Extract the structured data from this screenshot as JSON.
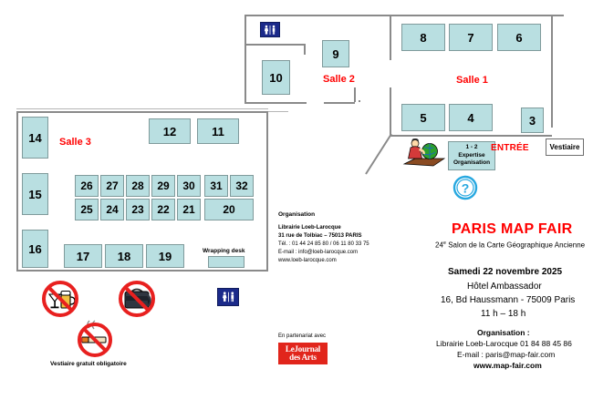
{
  "plan": {
    "rooms": [
      {
        "name": "salle-1",
        "label": "Salle 1"
      },
      {
        "name": "salle-2",
        "label": "Salle 2"
      },
      {
        "name": "salle-3",
        "label": "Salle 3"
      }
    ],
    "entrance_label": "ENTRÉE",
    "cloakroom_label": "Vestiaire",
    "wrapping_desk_label": "Wrapping desk",
    "expertise_booth": {
      "number": "1 - 2",
      "line1": "Expertise",
      "line2": "Organisation"
    },
    "info_icon_label": "?",
    "booths": [
      {
        "id": "3",
        "label": "3"
      },
      {
        "id": "4",
        "label": "4"
      },
      {
        "id": "5",
        "label": "5"
      },
      {
        "id": "6",
        "label": "6"
      },
      {
        "id": "7",
        "label": "7"
      },
      {
        "id": "8",
        "label": "8"
      },
      {
        "id": "9",
        "label": "9"
      },
      {
        "id": "10",
        "label": "10"
      },
      {
        "id": "11",
        "label": "11"
      },
      {
        "id": "12",
        "label": "12"
      },
      {
        "id": "14",
        "label": "14"
      },
      {
        "id": "15",
        "label": "15"
      },
      {
        "id": "16",
        "label": "16"
      },
      {
        "id": "17",
        "label": "17"
      },
      {
        "id": "18",
        "label": "18"
      },
      {
        "id": "19",
        "label": "19"
      },
      {
        "id": "20",
        "label": "20"
      },
      {
        "id": "21",
        "label": "21"
      },
      {
        "id": "22",
        "label": "22"
      },
      {
        "id": "23",
        "label": "23"
      },
      {
        "id": "24",
        "label": "24"
      },
      {
        "id": "25",
        "label": "25"
      },
      {
        "id": "26",
        "label": "26"
      },
      {
        "id": "27",
        "label": "27"
      },
      {
        "id": "28",
        "label": "28"
      },
      {
        "id": "29",
        "label": "29"
      },
      {
        "id": "30",
        "label": "30"
      },
      {
        "id": "31",
        "label": "31"
      },
      {
        "id": "32",
        "label": "32"
      }
    ]
  },
  "rules": {
    "no_drinks_icon": "no-drinks-icon",
    "no_bags_icon": "no-bags-icon",
    "no_smoking_icon": "no-smoking-icon",
    "restroom_icon": "restroom-icon",
    "cloakroom_note": "Vestiaire gratuit obligatoire"
  },
  "organisation": {
    "heading": "Organisation",
    "company": "Librairie Loeb-Larocque",
    "address": "31 rue de Tolbiac – 75013 PARIS",
    "phone": "Tél. : 01 44 24 85 80 / 06 11 80 33 75",
    "email": "E-mail : info@loeb-larocque.com",
    "website": "www.loeb-larocque.com"
  },
  "partner": {
    "intro": "En partenariat avec",
    "logo_line1": "LeJournal",
    "logo_line2": "des Arts"
  },
  "event": {
    "title": "PARIS MAP FAIR",
    "subtitle_prefix": "24",
    "subtitle_sup": "e",
    "subtitle_rest": "Salon de la Carte Géographique Ancienne",
    "date": "Samedi 22 novembre 2025",
    "venue": "Hôtel Ambassador",
    "address": "16, Bd Haussmann - 75009 Paris",
    "hours": "11 h – 18 h",
    "org_heading": "Organisation :",
    "org_line": "Librairie Loeb-Larocque  01 84 88 45 86",
    "org_email": "E-mail : paris@map-fair.com",
    "org_web": "www.map-fair.com"
  },
  "colors": {
    "booth_fill": "#b9dfe1",
    "booth_border": "#7f9a9b",
    "accent_red": "#ff0000",
    "wall": "#8a8a8a",
    "sign_blue": "#1b2a8a",
    "logo_red": "#e1251b"
  }
}
